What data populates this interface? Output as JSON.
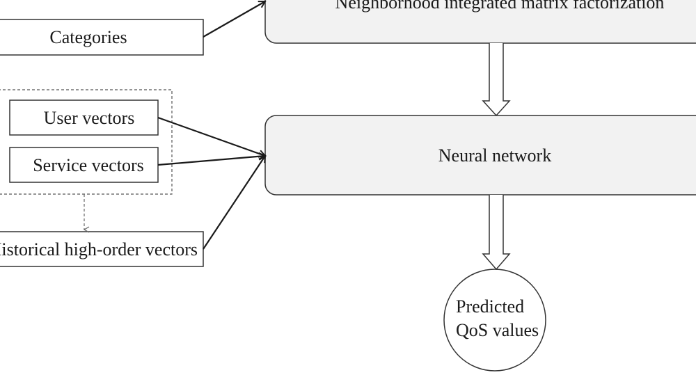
{
  "nodes": {
    "matrix_factorization": "Neighborhood integrated matrix factorization",
    "categories": "Categories",
    "user_vectors": "User vectors",
    "service_vectors": "Service vectors",
    "neural_network": "Neural network",
    "historical_vectors": "Historical high-order vectors",
    "predicted_line1": "Predicted",
    "predicted_line2": "QoS values"
  }
}
